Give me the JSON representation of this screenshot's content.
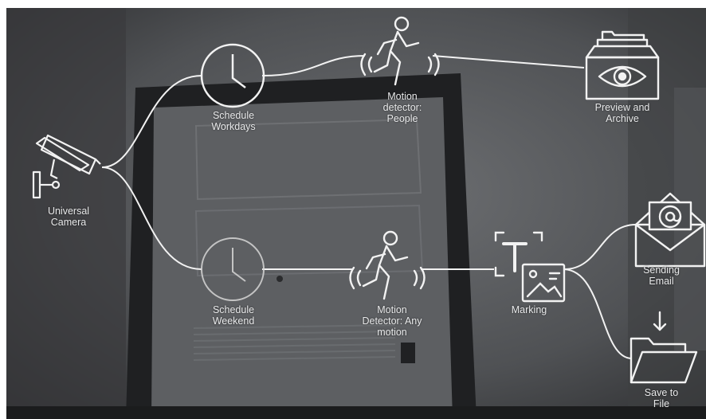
{
  "nodes": {
    "camera": {
      "label": "Universal\nCamera",
      "icon": "security-camera-icon"
    },
    "schedule_workdays": {
      "label": "Schedule\nWorkdays",
      "icon": "clock-icon"
    },
    "schedule_weekend": {
      "label": "Schedule\nWeekend",
      "icon": "clock-icon"
    },
    "motion_people": {
      "label": "Motion\ndetector:\nPeople",
      "icon": "running-person-icon"
    },
    "motion_any": {
      "label": "Motion\nDetector: Any\nmotion",
      "icon": "running-person-icon"
    },
    "preview_archive": {
      "label": "Preview and\nArchive",
      "icon": "archive-eye-icon"
    },
    "marking": {
      "label": "Marking",
      "icon": "text-image-marking-icon"
    },
    "sending_email": {
      "label": "Sending Email",
      "icon": "email-envelope-icon"
    },
    "save_file": {
      "label": "Save to File",
      "icon": "folder-download-icon"
    }
  },
  "colors": {
    "line": "#f2f2f2",
    "background_dark": "#2b2c2e",
    "background_light": "#6d6f72"
  }
}
